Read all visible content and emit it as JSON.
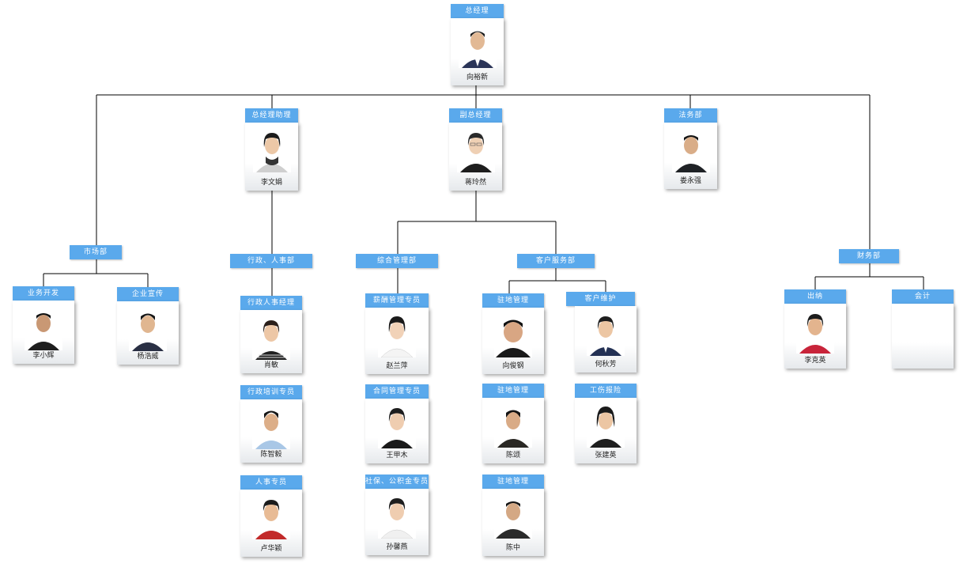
{
  "root": {
    "title": "总经理",
    "name": "向裕新"
  },
  "assistant": {
    "title": "总经理助理",
    "name": "李文娟"
  },
  "deputy": {
    "title": "副总经理",
    "name": "蒋玲然"
  },
  "legal": {
    "title": "法务部",
    "name": "娄永强"
  },
  "market": {
    "title": "市场部"
  },
  "biz_dev": {
    "title": "业务开发",
    "name": "李小辉"
  },
  "promo": {
    "title": "企业宣传",
    "name": "杨浩威"
  },
  "hr_dept": {
    "title": "行政、人事部"
  },
  "hr_mgr": {
    "title": "行政人事经理",
    "name": "肖敏"
  },
  "hr_train": {
    "title": "行政培训专员",
    "name": "陈智毅"
  },
  "hr_staff": {
    "title": "人事专员",
    "name": "卢华颖"
  },
  "general": {
    "title": "综合管理部"
  },
  "salary": {
    "title": "薪酬管理专员",
    "name": "赵兰萍"
  },
  "contract": {
    "title": "合同管理专员",
    "name": "王甲木"
  },
  "social": {
    "title": "社保、公积金专员",
    "name": "孙馨燕"
  },
  "cs_dept": {
    "title": "客户服务部"
  },
  "site1": {
    "title": "驻地管理",
    "name": "向俊钢"
  },
  "site2": {
    "title": "驻地管理",
    "name": "陈颂"
  },
  "site3": {
    "title": "驻地管理",
    "name": "陈中"
  },
  "maint": {
    "title": "客户维护",
    "name": "何秋芳"
  },
  "injury": {
    "title": "工伤报险",
    "name": "张建英"
  },
  "finance": {
    "title": "财务部"
  },
  "cashier": {
    "title": "出纳",
    "name": "李克英"
  },
  "account": {
    "title": "会计",
    "name": ""
  },
  "colors": {
    "tag": "#5aa9ec",
    "line": "#000000"
  }
}
